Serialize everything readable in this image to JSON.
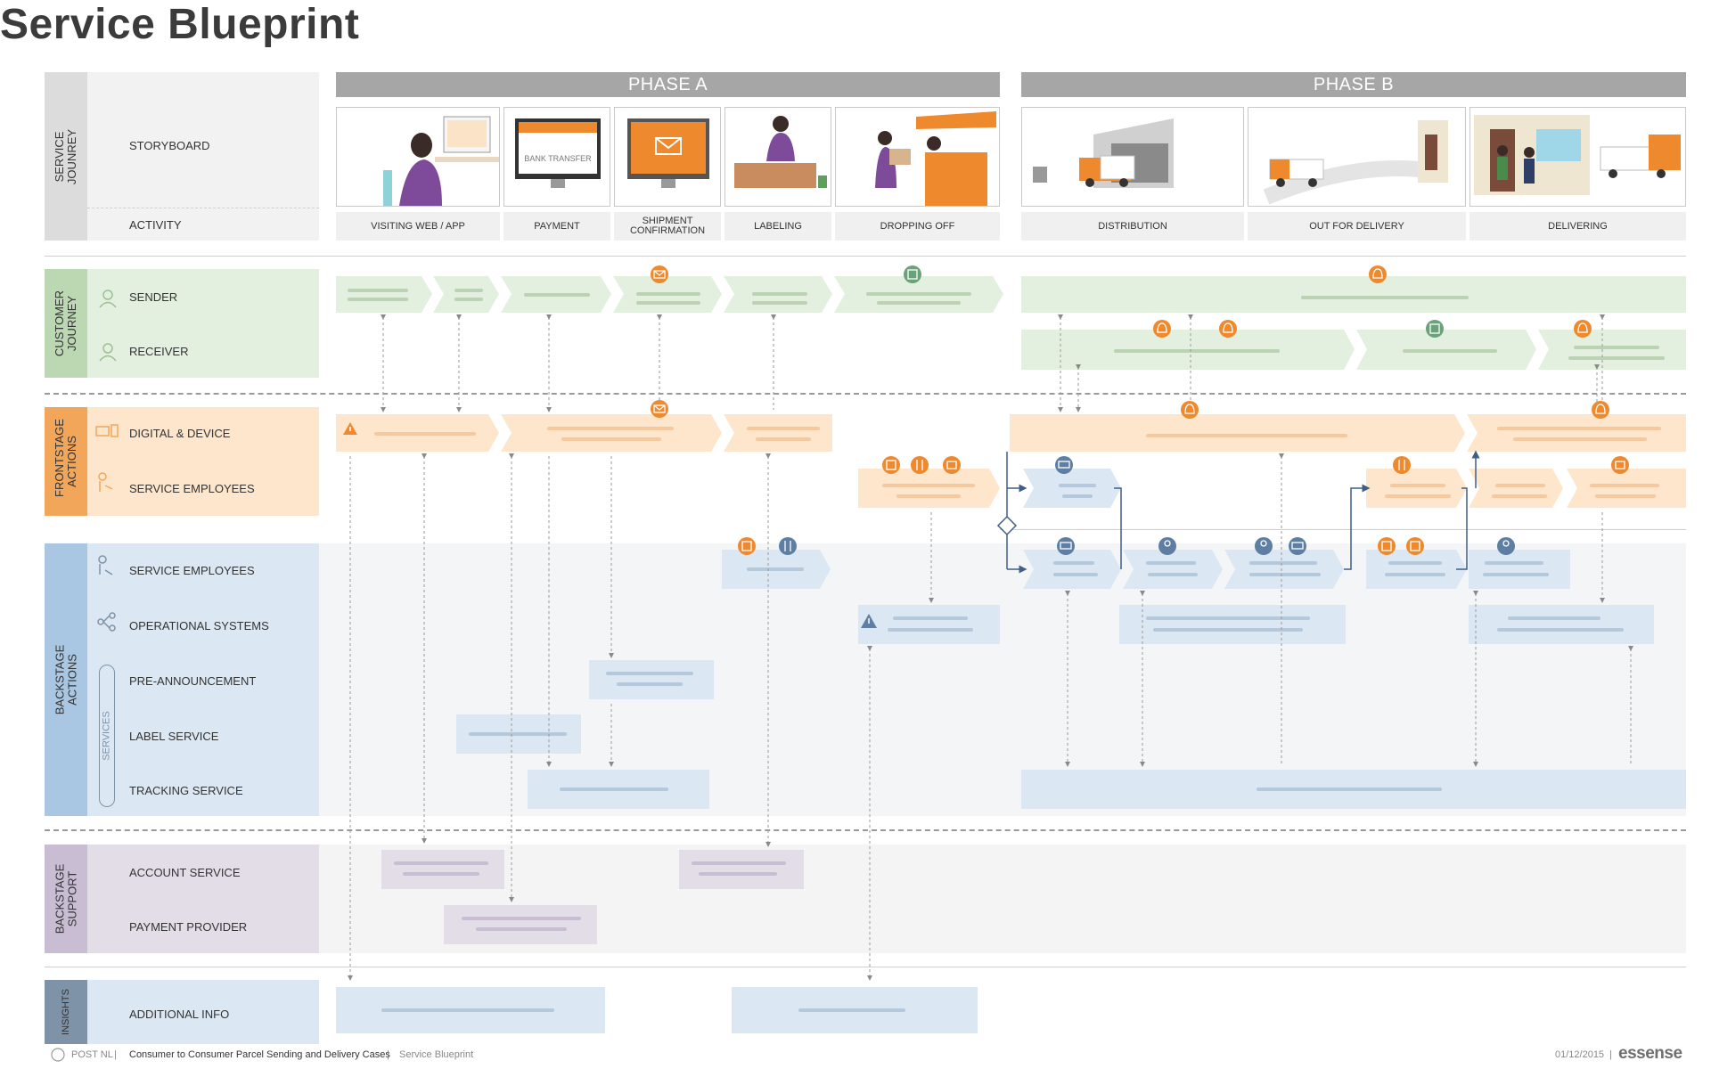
{
  "title": "Service Blueprint",
  "phases": [
    {
      "label": "PHASE A"
    },
    {
      "label": "PHASE B"
    }
  ],
  "groups": {
    "service_journey": "SERVICE JOUNREY",
    "customer_journey": "CUSTOMER JOURNEY",
    "frontstage": "FRONTSTAGE ACTIONS",
    "backstage_actions": "BACKSTAGE ACTIONS",
    "backstage_support": "BACKSTAGE SUPPORT",
    "insights": "INSIGHTS",
    "services_bracket": "SERVICES"
  },
  "lanes": {
    "storyboard": "STORYBOARD",
    "activity": "ACTIVITY",
    "sender": "SENDER",
    "receiver": "RECEIVER",
    "digital_device": "DIGITAL & DEVICE",
    "service_employees_front": "SERVICE EMPLOYEES",
    "service_employees_back": "SERVICE EMPLOYEES",
    "operational_systems": "OPERATIONAL SYSTEMS",
    "pre_announcement": "PRE-ANNOUNCEMENT",
    "label_service": "LABEL SERVICE",
    "tracking_service": "TRACKING SERVICE",
    "account_service": "ACCOUNT SERVICE",
    "payment_provider": "PAYMENT PROVIDER",
    "additional_info": "ADDITIONAL INFO"
  },
  "activities": [
    {
      "label": "VISITING WEB / APP"
    },
    {
      "label": "PAYMENT"
    },
    {
      "label": "SHIPMENT CONFIRMATION"
    },
    {
      "label": "LABELING"
    },
    {
      "label": "DROPPING OFF"
    },
    {
      "label": "DISTRIBUTION"
    },
    {
      "label": "OUT FOR DELIVERY"
    },
    {
      "label": "DELIVERING"
    }
  ],
  "storyboard_texts": {
    "bank_transfer": "BANK TRANSFER"
  },
  "footer": {
    "company": "POST NL",
    "project": "Consumer to Consumer Parcel Sending and Delivery Cases",
    "doc": "Service Blueprint",
    "date": "01/12/2015",
    "brand": "essense"
  },
  "colors": {
    "green_fill": "#e3f0df",
    "green_tab": "#bcd8b3",
    "orange_fill": "#fde6cc",
    "orange_tab": "#f2a65a",
    "blue_fill": "#dbe8f3",
    "blue_tab": "#a9c6e2",
    "purple_fill": "#e3dde8",
    "purple_tab": "#c9bdd4",
    "slate_tab": "#7f93a8",
    "grey_head": "#a6a6a6",
    "accent_orange": "#ee8a2d",
    "accent_green": "#6aa37a",
    "accent_blue": "#5e7ea3"
  }
}
